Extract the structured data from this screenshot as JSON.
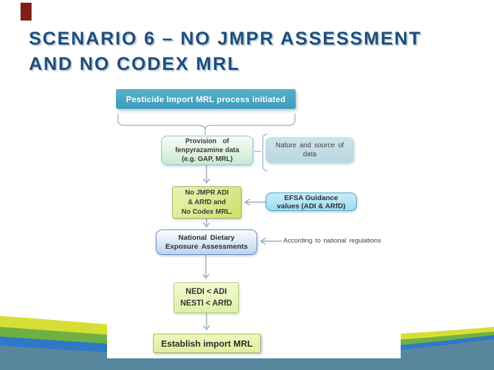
{
  "slide": {
    "title": {
      "line1": "SCENARIO 6 – NO JMPR ASSESSMENT",
      "line2": "AND NO CODEX MRL"
    }
  },
  "flowchart": {
    "process_box": {
      "label": "Pesticide Import MRL process initiated"
    },
    "provision_box": {
      "line1": "Provision of",
      "line2": "fenpyrazamine data",
      "line3": "(e.g. GAP, MRL)"
    },
    "nature_box": {
      "line1": "Nature and source of",
      "line2": "data"
    },
    "no_jmpr_box": {
      "line1": "No JMPR ADI",
      "line2": "& ARfD and",
      "line3": "No Codex MRL."
    },
    "efsa_box": {
      "line1": "EFSA Guidance",
      "line2": "values (ADI & ARfD)"
    },
    "national_box": {
      "line1": "National Dietary",
      "line2": "Exposure Assessments"
    },
    "according_label": "According to national regulations",
    "nedi_box": {
      "line1": "NEDI < ADI",
      "line2": "NESTI < ARfD"
    },
    "establish_box": {
      "label": "Establish import MRL"
    }
  },
  "colors": {
    "title_text": "#1F4E79",
    "title_shadow": "#BDD0E4",
    "accent_bar": "#7D2018",
    "process_box_fill": "#4BA6C6",
    "provision_box_fill": "#CDEACF",
    "nature_box_fill": "#C2DBE2",
    "green_box_fill": "#CFE070",
    "green_box_border": "#9DB04C",
    "efsa_box_fill": "#9EDCF4",
    "efsa_box_border": "#44A1C6",
    "national_box_fill": "#BDD3EE",
    "national_box_border": "#6089C2",
    "connector_line": "#7F9CB5",
    "wave_yellow": "#D6DE35",
    "wave_green": "#6FB043",
    "wave_blue": "#2E78C8",
    "wave_teal": "#58869D"
  }
}
